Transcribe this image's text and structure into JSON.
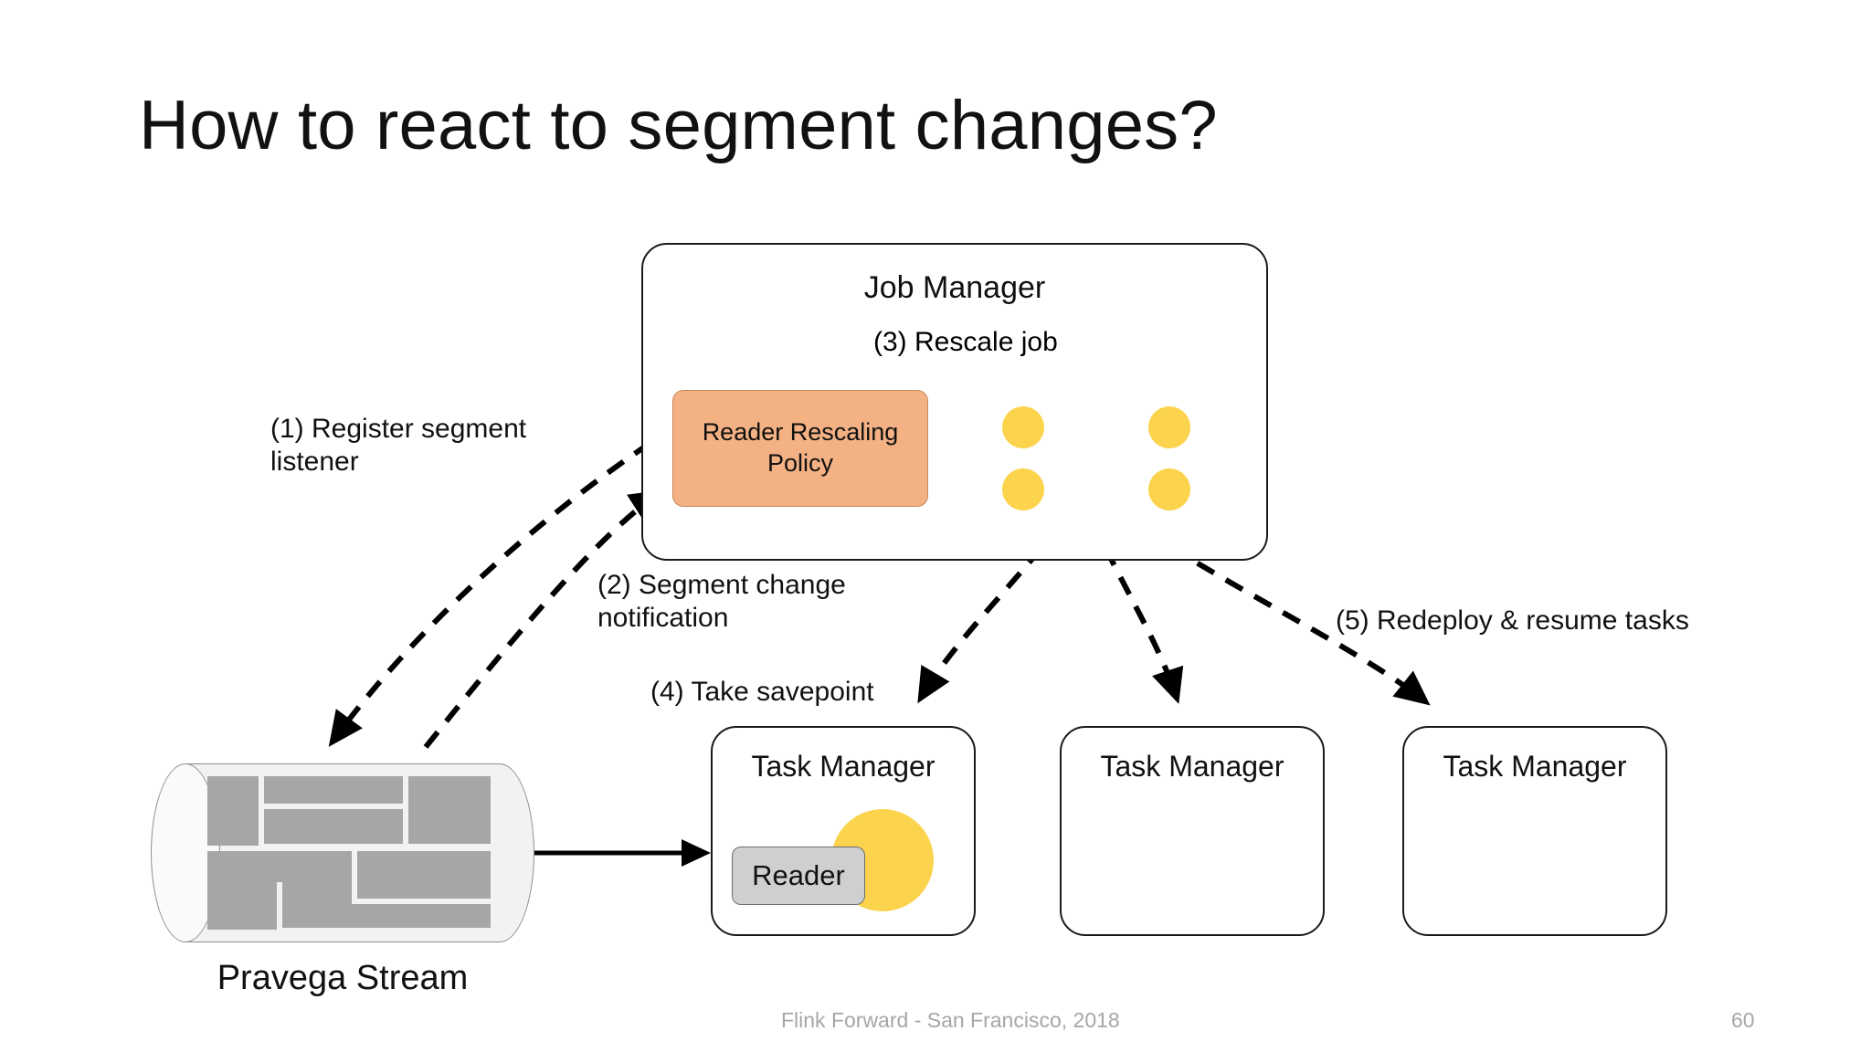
{
  "slide": {
    "title": "How to react to segment changes?"
  },
  "job_manager": {
    "title": "Job Manager",
    "rescale_label": "(3) Rescale job",
    "policy_box": {
      "label": "Reader Rescaling Policy"
    },
    "parallel_graph": {
      "node_names": [
        "subtask-in-top",
        "subtask-in-bottom",
        "subtask-out-top",
        "subtask-out-bottom"
      ],
      "node_color": "#FCD34D",
      "edge_color": "#C4C4C4"
    }
  },
  "task_managers": [
    {
      "title": "Task Manager",
      "has_reader": true,
      "reader_label": "Reader"
    },
    {
      "title": "Task Manager",
      "has_reader": false,
      "reader_label": ""
    },
    {
      "title": "Task Manager",
      "has_reader": false,
      "reader_label": ""
    }
  ],
  "pravega": {
    "label": "Pravega Stream",
    "segment_color": "#A6A6A6",
    "body_color": "#F2F2F2"
  },
  "annotations": {
    "step1": "(1) Register segment\nlistener",
    "step2": "(2) Segment change\nnotification",
    "step4": "(4) Take savepoint",
    "step5": "(5) Redeploy & resume tasks"
  },
  "footer": {
    "text": "Flink Forward - San Francisco, 2018",
    "page": "60"
  },
  "colors": {
    "orange_policy": "#F4B183",
    "yellow_node": "#FCD34D",
    "gray_segment": "#A6A6A6",
    "gray_reader": "#CFCFCF",
    "footer_gray": "#A6A6A6"
  }
}
